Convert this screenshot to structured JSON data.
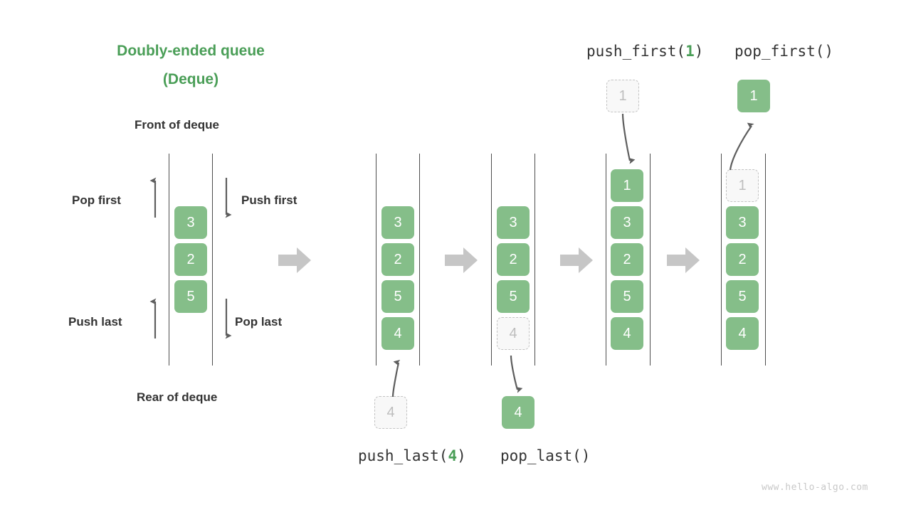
{
  "meta": {
    "title_line1": "Doubly-ended queue",
    "title_line2": "(Deque)",
    "front_label": "Front of deque",
    "rear_label": "Rear of deque",
    "watermark": "www.hello-algo.com",
    "accent_green": "#4a9e57",
    "box_green": "#85be89",
    "ghost_gray": "#bdbdbd",
    "arrow_gray": "#c6c6c6",
    "text_dark": "#333333"
  },
  "legend": {
    "pop_first": "Pop first",
    "push_first": "Push first",
    "push_last": "Push last",
    "pop_last": "Pop last"
  },
  "operations": {
    "push_last_prefix": "push_last(",
    "push_last_arg": "4",
    "push_last_suffix": ")",
    "pop_last": "pop_last()",
    "push_first_prefix": "push_first(",
    "push_first_arg": "1",
    "push_first_suffix": ")",
    "pop_first": "pop_first()"
  },
  "panels": [
    {
      "id": "initial-deque",
      "items": [
        "3",
        "2",
        "5"
      ],
      "external": null
    },
    {
      "id": "push-last-before",
      "items": [
        "3",
        "2",
        "5",
        "4"
      ],
      "external": {
        "value": "4",
        "state": "ghost",
        "position": "below"
      }
    },
    {
      "id": "pop-last",
      "items": [
        "3",
        "2",
        "5",
        "4"
      ],
      "ghost_index": 3,
      "external": {
        "value": "4",
        "state": "solid",
        "position": "below"
      }
    },
    {
      "id": "push-first",
      "items": [
        "1",
        "3",
        "2",
        "5",
        "4"
      ],
      "external": {
        "value": "1",
        "state": "ghost",
        "position": "above"
      }
    },
    {
      "id": "pop-first",
      "items": [
        "1",
        "3",
        "2",
        "5",
        "4"
      ],
      "ghost_index": 0,
      "external": {
        "value": "1",
        "state": "solid",
        "position": "above"
      }
    }
  ]
}
